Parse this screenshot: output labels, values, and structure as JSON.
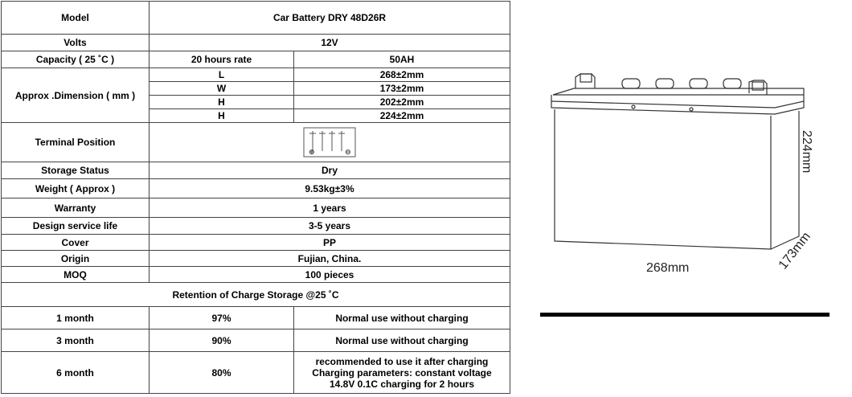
{
  "table": {
    "model_label": "Model",
    "model_value": "Car Battery DRY  48D26R",
    "volts_label": "Volts",
    "volts_value": "12V",
    "capacity_label": "Capacity ( 25 ˚C )",
    "capacity_rate": "20 hours rate",
    "capacity_value": "50AH",
    "dimension_label": "Approx .Dimension ( mm )",
    "dimensions": [
      {
        "axis": "L",
        "value": "268±2mm"
      },
      {
        "axis": "W",
        "value": "173±2mm"
      },
      {
        "axis": "H",
        "value": "202±2mm"
      },
      {
        "axis": "H",
        "value": "224±2mm"
      }
    ],
    "terminal_label": "Terminal Position",
    "terminal_symbols": {
      "positive": "⊕",
      "negative": "⊖"
    },
    "rows": [
      {
        "label": "Storage Status",
        "value": "Dry"
      },
      {
        "label": "Weight ( Approx )",
        "value": "9.53kg±3%"
      },
      {
        "label": "Warranty",
        "value": "1 years"
      },
      {
        "label": "Design service life",
        "value": "3-5 years"
      },
      {
        "label": "Cover",
        "value": "PP"
      },
      {
        "label": "Origin",
        "value": "Fujian, China."
      },
      {
        "label": "MOQ",
        "value": "100 pieces"
      }
    ],
    "retention_title": "Retention of Charge Storage @25 ˚C",
    "retention": [
      {
        "period": "1 month",
        "percent": "97%",
        "note": [
          "Normal use without charging"
        ]
      },
      {
        "period": "3 month",
        "percent": "90%",
        "note": [
          "Normal use without charging"
        ]
      },
      {
        "period": "6 month",
        "percent": "80%",
        "note": [
          "recommended to use it after charging",
          "Charging parameters: constant voltage",
          "14.8V 0.1C  charging for 2 hours"
        ]
      }
    ]
  },
  "drawing": {
    "length_label": "268mm",
    "width_label": "173mm",
    "height_label": "224mm"
  }
}
